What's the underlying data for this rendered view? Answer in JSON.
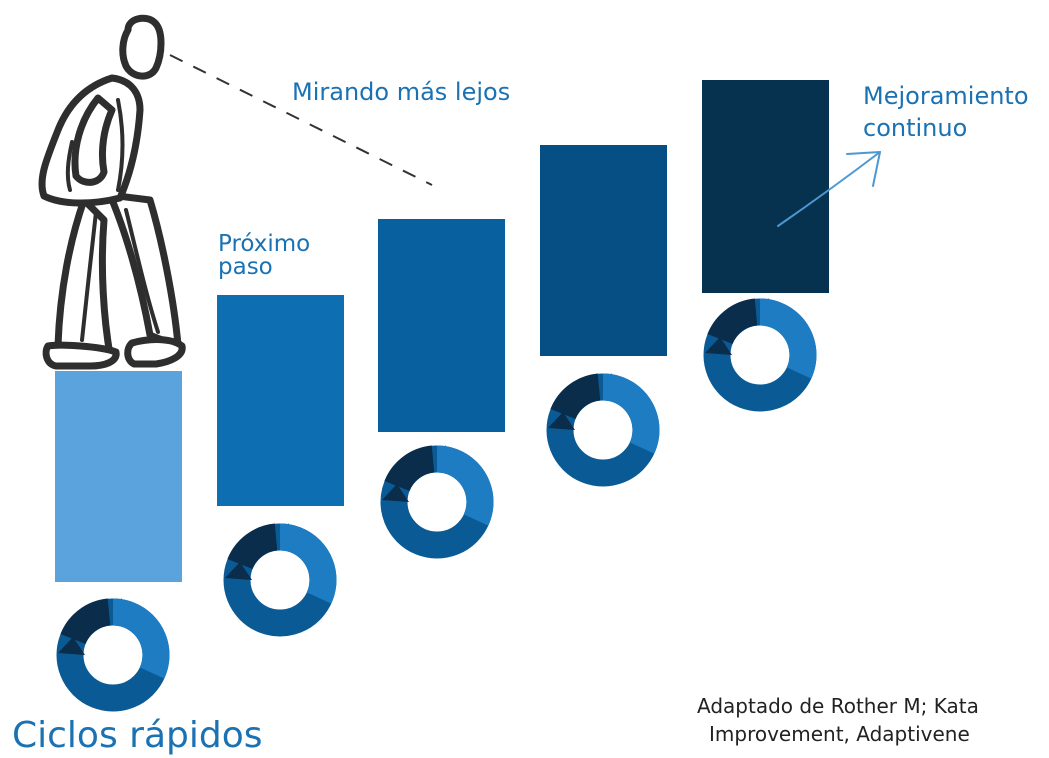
{
  "labels": {
    "next_step": [
      "Próximo",
      "paso"
    ],
    "looking_further": "Mirando más lejos",
    "continuous_improvement": [
      "Mejoramiento",
      "continuo"
    ],
    "fast_cycles": "Ciclos  rápidos",
    "credit": [
      "Adaptado de Rother M; Kata",
      "Improvement, Adaptivene"
    ]
  },
  "colors": {
    "step_1": "#5aa3dc",
    "step_2": "#0d6eb2",
    "step_3": "#09609f",
    "step_4": "#064f84",
    "step_5": "#06324f",
    "label_blue": "#1b72b2",
    "cycle_light": "#1d7cc2",
    "cycle_mid": "#0a5a96",
    "cycle_dark": "#0a2d4c"
  },
  "icons": [
    "walking-person-icon",
    "cycle-arrows-icon",
    "trend-arrow-icon"
  ]
}
